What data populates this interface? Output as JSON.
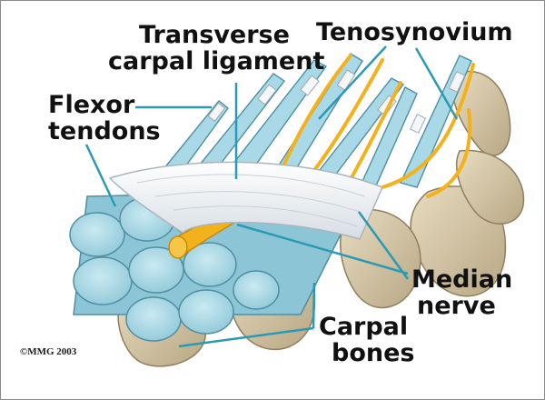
{
  "labels": {
    "transverse_carpal_ligament": [
      "Transverse",
      "carpal ligament"
    ],
    "tenosynovium": "Tenosynovium",
    "flexor_tendons": [
      "Flexor",
      "tendons"
    ],
    "median_nerve": [
      "Median",
      "nerve"
    ],
    "carpal_bones": [
      "Carpal",
      "bones"
    ]
  },
  "copyright": "©MMG 2003",
  "colors": {
    "tendon": "#a9d9e6",
    "tendon_outline": "#4f8ea3",
    "nerve": "#f3b21b",
    "bone": "#d8cbb0",
    "ligament": "#f2f4f6",
    "leader_line": "#2a9ab3"
  }
}
